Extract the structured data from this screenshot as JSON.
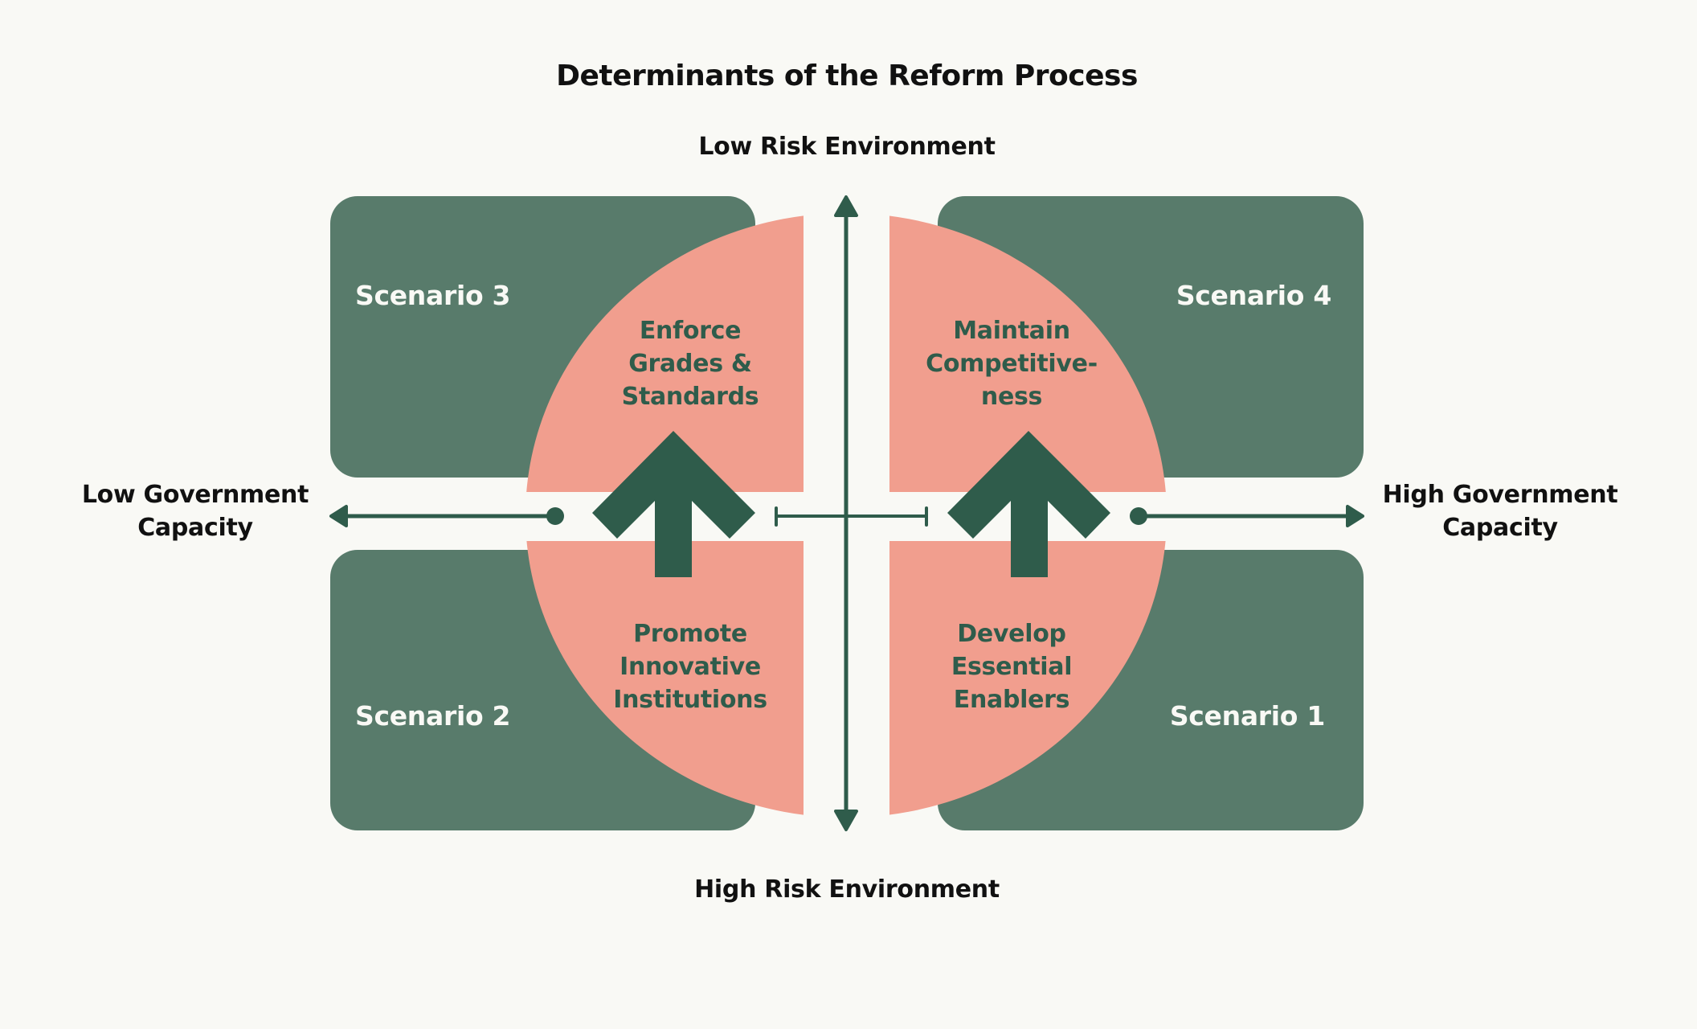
{
  "title": "Determinants of the Reform Process",
  "axes": {
    "top": "Low Risk Environment",
    "bottom": "High Risk Environment",
    "left": [
      "Low Government",
      "Capacity"
    ],
    "right": [
      "High Government",
      "Capacity"
    ]
  },
  "scenarios": {
    "top_left": "Scenario 3",
    "top_right": "Scenario 4",
    "bottom_left": "Scenario 2",
    "bottom_right": "Scenario 1"
  },
  "strategies": {
    "top_left": [
      "Enforce",
      "Grades &",
      "Standards"
    ],
    "top_right": [
      "Maintain",
      "Competitive-",
      "ness"
    ],
    "bottom_left": [
      "Promote",
      "Innovative",
      "Institutions"
    ],
    "bottom_right": [
      "Develop",
      "Essential",
      "Enablers"
    ]
  },
  "colors": {
    "background": "#f9f9f5",
    "scenario_box": "#587b6b",
    "strategy_fill": "#f19e8e",
    "accent_dark": "#2f5c4b",
    "text": "#111111"
  }
}
